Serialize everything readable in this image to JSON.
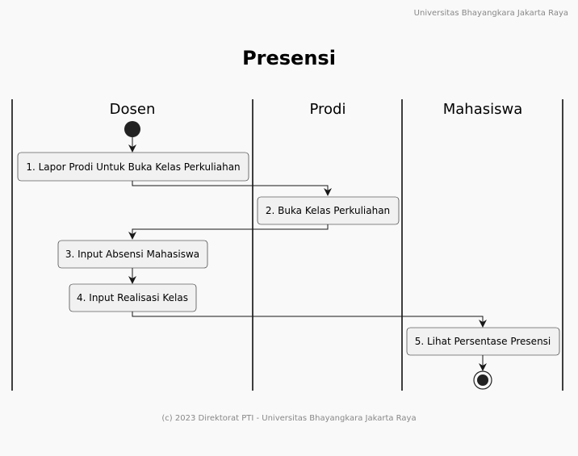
{
  "header": {
    "institution": "Universitas Bhayangkara Jakarta Raya"
  },
  "title": "Presensi",
  "lanes": [
    "Dosen",
    "Prodi",
    "Mahasiswa"
  ],
  "activities": [
    "1. Lapor Prodi Untuk Buka Kelas Perkuliahan",
    "2. Buka Kelas Perkuliahan",
    "3. Input Absensi Mahasiswa",
    "4. Input Realisasi Kelas",
    "5. Lihat Persentase Presensi"
  ],
  "footer": {
    "copyright": "(c) 2023 Direktorat PTI - Universitas Bhayangkara Jakarta Raya"
  },
  "colors": {
    "background": "#f9f9f9",
    "box_fill": "#f1f1f1",
    "stroke": "#181818",
    "muted_text": "#888888"
  }
}
